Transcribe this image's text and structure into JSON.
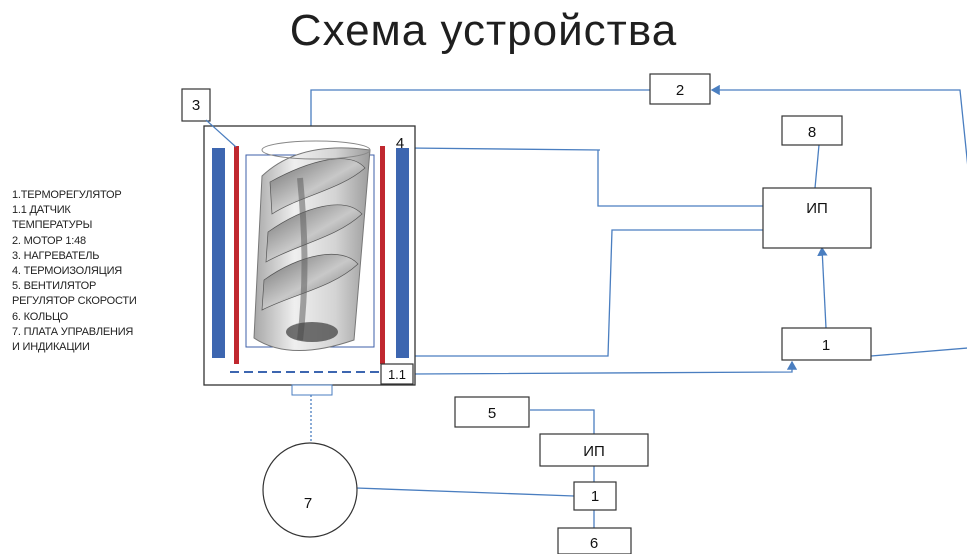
{
  "title": "Схема устройства",
  "legend": [
    "1.ТЕРМОРЕГУЛЯТОР",
    "1.1 ДАТЧИК\nТЕМПЕРАТУРЫ",
    "2. МОТОР 1:48",
    "3. НАГРЕВАТЕЛЬ",
    "4. ТЕРМОИЗОЛЯЦИЯ",
    "5. ВЕНТИЛЯТОР\nРЕГУЛЯТОР СКОРОСТИ",
    "6. КОЛЬЦО",
    "7. ПЛАТА УПРАВЛЕНИЯ\nИ ИНДИКАЦИИ"
  ],
  "labels": {
    "box_3": "3",
    "box_2": "2",
    "label_4": "4",
    "box_8": "8",
    "ip_top": "ИП",
    "box_1_right": "1",
    "label_1_1": "1.1",
    "box_5": "5",
    "ip_bottom": "ИП",
    "box_1_bottom": "1",
    "circle_7": "7",
    "box_6": "6"
  },
  "colors": {
    "wire": "#4a7ec0",
    "heater": "#c0282f",
    "insulation": "#3d66b0",
    "outline": "#333333"
  }
}
